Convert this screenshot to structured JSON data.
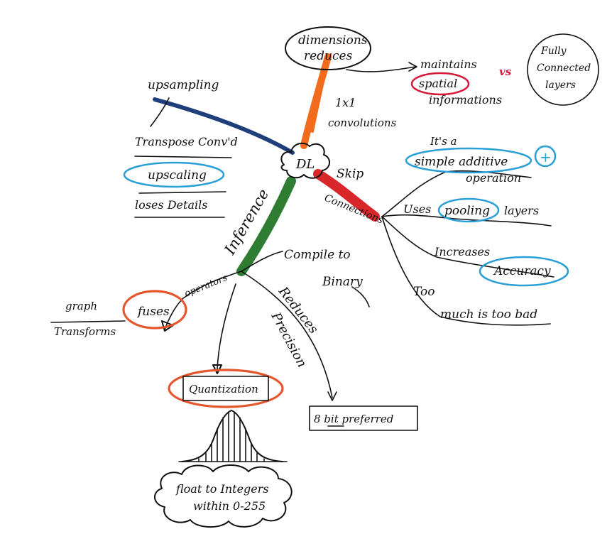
{
  "center": {
    "label": "DL"
  },
  "top_branch": {
    "node": [
      "dimensions",
      "reduces"
    ],
    "edge_label": [
      "1x1",
      "convolutions"
    ],
    "color": "#f26a1b"
  },
  "maintain": {
    "line1": "maintains",
    "spatial": "spatial",
    "information": "informations",
    "vs": "vs",
    "fully_connected": [
      "Fully",
      "Connected",
      "layers"
    ]
  },
  "upsampling": {
    "title": "upsampling",
    "items": [
      "Transpose Conv'd",
      "upscaling",
      "loses Details"
    ],
    "color": "#1f3f7a"
  },
  "skip": {
    "label": [
      "Skip",
      "Connections"
    ],
    "color": "#d8262b",
    "items": [
      {
        "pre": "It's a",
        "text": "simple additive",
        "post": "operation",
        "symbol": "+"
      },
      {
        "pre": "Uses",
        "text": "pooling",
        "post": "layers"
      },
      {
        "pre": "Increases",
        "text": "Accuracy"
      },
      {
        "line1": "Too",
        "line2": "much is too bad"
      }
    ]
  },
  "inference": {
    "label": "Inference",
    "color": "#2e7d32",
    "compile": [
      "Compile to",
      "Binary"
    ],
    "operators": "operators",
    "fuses": "fuses",
    "graph": [
      "graph",
      "Transforms"
    ],
    "reduces_precision": [
      "Reduces",
      "Precision"
    ],
    "quantization": "Quantization",
    "bit_preferred": "8 bit preferred",
    "cloud": [
      "float to Integers",
      "within 0-255"
    ]
  },
  "colors": {
    "ink": "#111111",
    "blue_highlight": "#2a9fd6",
    "red_highlight": "#e4572e",
    "crimson_highlight": "#d6183b"
  }
}
